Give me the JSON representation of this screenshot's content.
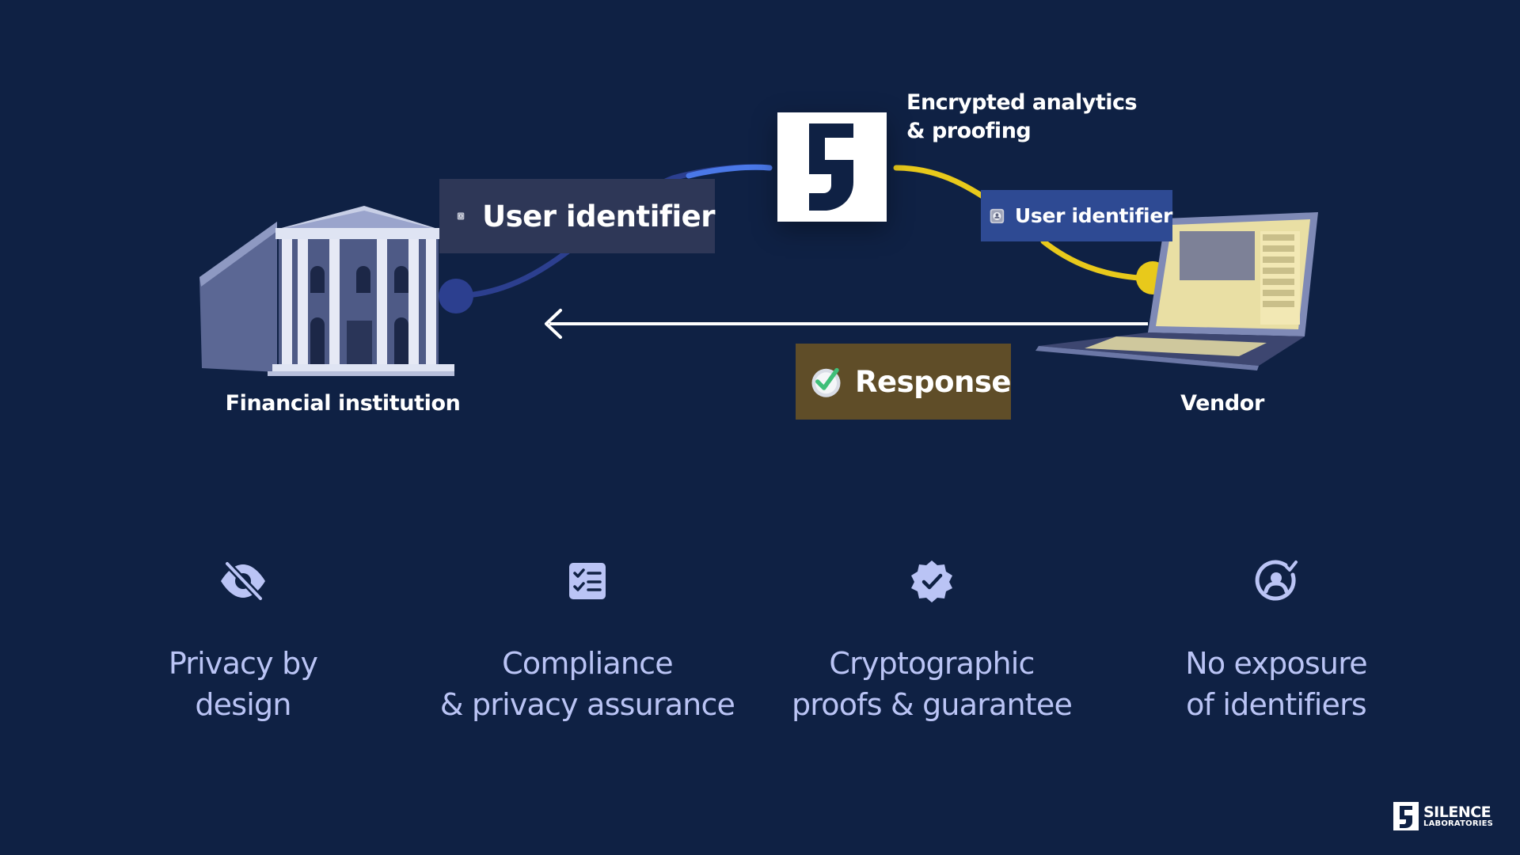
{
  "diagram": {
    "center_label_lines": [
      "Encrypted analytics",
      "& proofing"
    ],
    "user_identifier_left": "User identifier",
    "user_identifier_right": "User identifier",
    "response": "Response",
    "financial_institution": "Financial institution",
    "vendor": "Vendor"
  },
  "features": [
    {
      "icon": "eye-off-icon",
      "lines": [
        "Privacy by",
        "design"
      ]
    },
    {
      "icon": "checklist-icon",
      "lines": [
        "Compliance",
        "& privacy assurance"
      ]
    },
    {
      "icon": "verified-badge-icon",
      "lines": [
        "Cryptographic",
        "proofs & guarantee"
      ]
    },
    {
      "icon": "user-target-icon",
      "lines": [
        "No exposure",
        "of identifiers"
      ]
    }
  ],
  "brand": {
    "name": "SILENCE",
    "sub": "LABORATORIES"
  },
  "colors": {
    "background": "#0f2144",
    "flow_blue": "#4a78e8",
    "flow_dark_blue": "#2c3f8f",
    "flow_yellow": "#e8c91b",
    "chip_left": "#2e3757",
    "chip_right": "#2e4a93",
    "chip_response": "#5f4d28",
    "feature_text": "#bac4f5"
  }
}
